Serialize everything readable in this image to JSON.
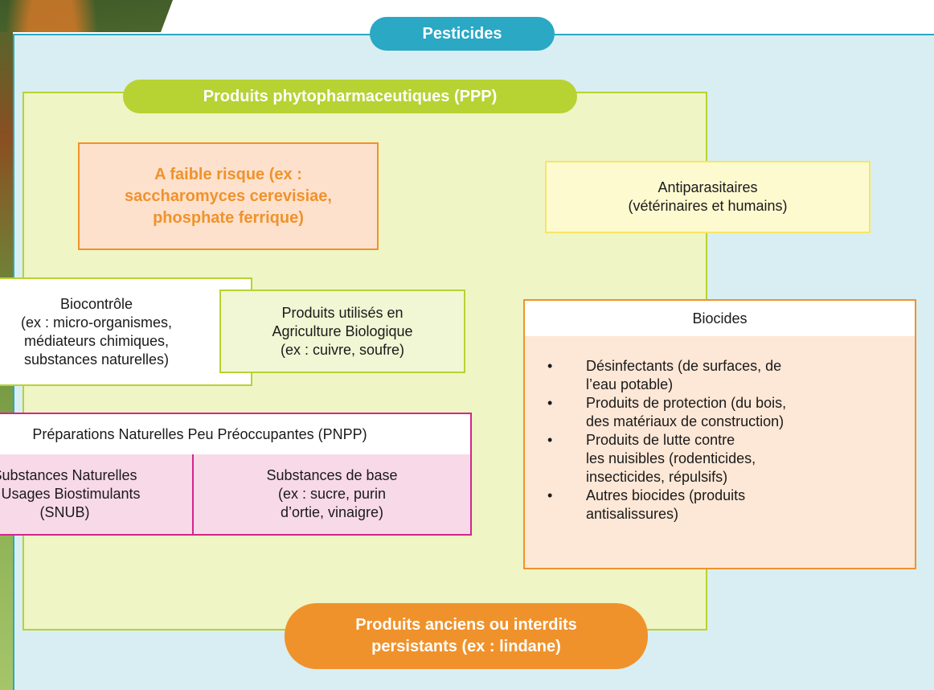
{
  "pesticides": {
    "title": "Pesticides"
  },
  "ppp": {
    "title": "Produits phytopharmaceutiques (PPP)"
  },
  "faible_risque": {
    "lines": [
      "A faible risque (ex :",
      "saccharomyces cerevisiae,",
      "phosphate ferrique)"
    ]
  },
  "antiparasitaires": {
    "lines": [
      "Antiparasitaires",
      "(vétérinaires et humains)"
    ]
  },
  "biocontrole": {
    "lines": [
      "Biocontrôle",
      "(ex : micro-organismes,",
      "médiateurs chimiques,",
      "substances naturelles)"
    ]
  },
  "agriculture_bio": {
    "lines": [
      "Produits utilisés en",
      "Agriculture Biologique",
      "(ex : cuivre, soufre)"
    ]
  },
  "biocides": {
    "title": "Biocides",
    "items": [
      [
        "Désinfectants (de surfaces, de",
        "l’eau potable)"
      ],
      [
        "Produits de protection (du bois,",
        "des matériaux de construction)"
      ],
      [
        "Produits de lutte contre",
        "les nuisibles (rodenticides,",
        "insecticides, répulsifs)"
      ],
      [
        "Autres biocides (produits",
        "antisalissures)"
      ]
    ]
  },
  "pnpp": {
    "title": "Préparations Naturelles Peu Préoccupantes (PNPP)",
    "snub_lines": [
      "Substances Naturelles",
      "à Usages Biostimulants",
      "(SNUB)"
    ],
    "base_lines": [
      "Substances de base",
      "(ex : sucre, purin",
      "d’ortie, vinaigre)"
    ]
  },
  "anciens": {
    "lines": [
      "Produits anciens ou interdits",
      "persistants (ex : lindane)"
    ]
  },
  "colors": {
    "pesticides": "#2aa8c4",
    "ppp": "#b7d233",
    "faible_risque": "#f0922b",
    "antiparasitaires": "#f7e663",
    "biocides": "#f0922b",
    "pnpp": "#d4258b",
    "anciens": "#f0922b"
  }
}
